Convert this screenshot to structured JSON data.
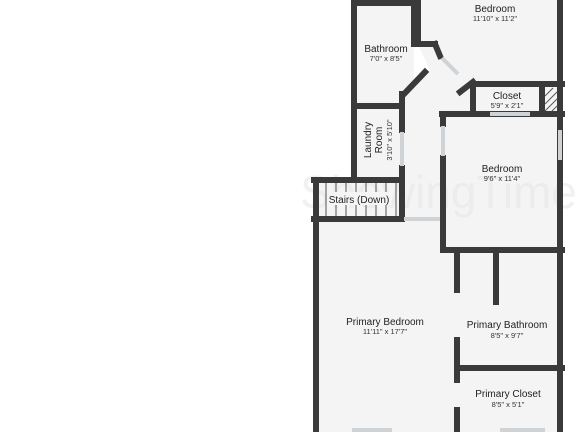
{
  "rooms": {
    "bedroom_top": {
      "name": "Bedroom",
      "dims": "11'10\" x 11'2\""
    },
    "bathroom": {
      "name": "Bathroom",
      "dims": "7'0\" x 8'5\""
    },
    "closet": {
      "name": "Closet",
      "dims": "5'9\" x 2'1\""
    },
    "laundry": {
      "name_line1": "Laundry",
      "name_line2": "Room",
      "dims": "3'10\" x 5'10\""
    },
    "bedroom_mid": {
      "name": "Bedroom",
      "dims": "9'6\" x 11'4\""
    },
    "stairs": {
      "name": "Stairs (Down)"
    },
    "primary_bedroom": {
      "name": "Primary Bedroom",
      "dims": "11'11\" x 17'7\""
    },
    "primary_bathroom": {
      "name": "Primary Bathroom",
      "dims": "8'5\" x 9'7\""
    },
    "primary_closet": {
      "name": "Primary Closet",
      "dims": "8'5\" x 5'1\""
    }
  },
  "watermark": "ShowingTime+",
  "colors": {
    "wall": "#3a3a3a",
    "floor": "#f4f4f4",
    "background": "#ffffff"
  }
}
